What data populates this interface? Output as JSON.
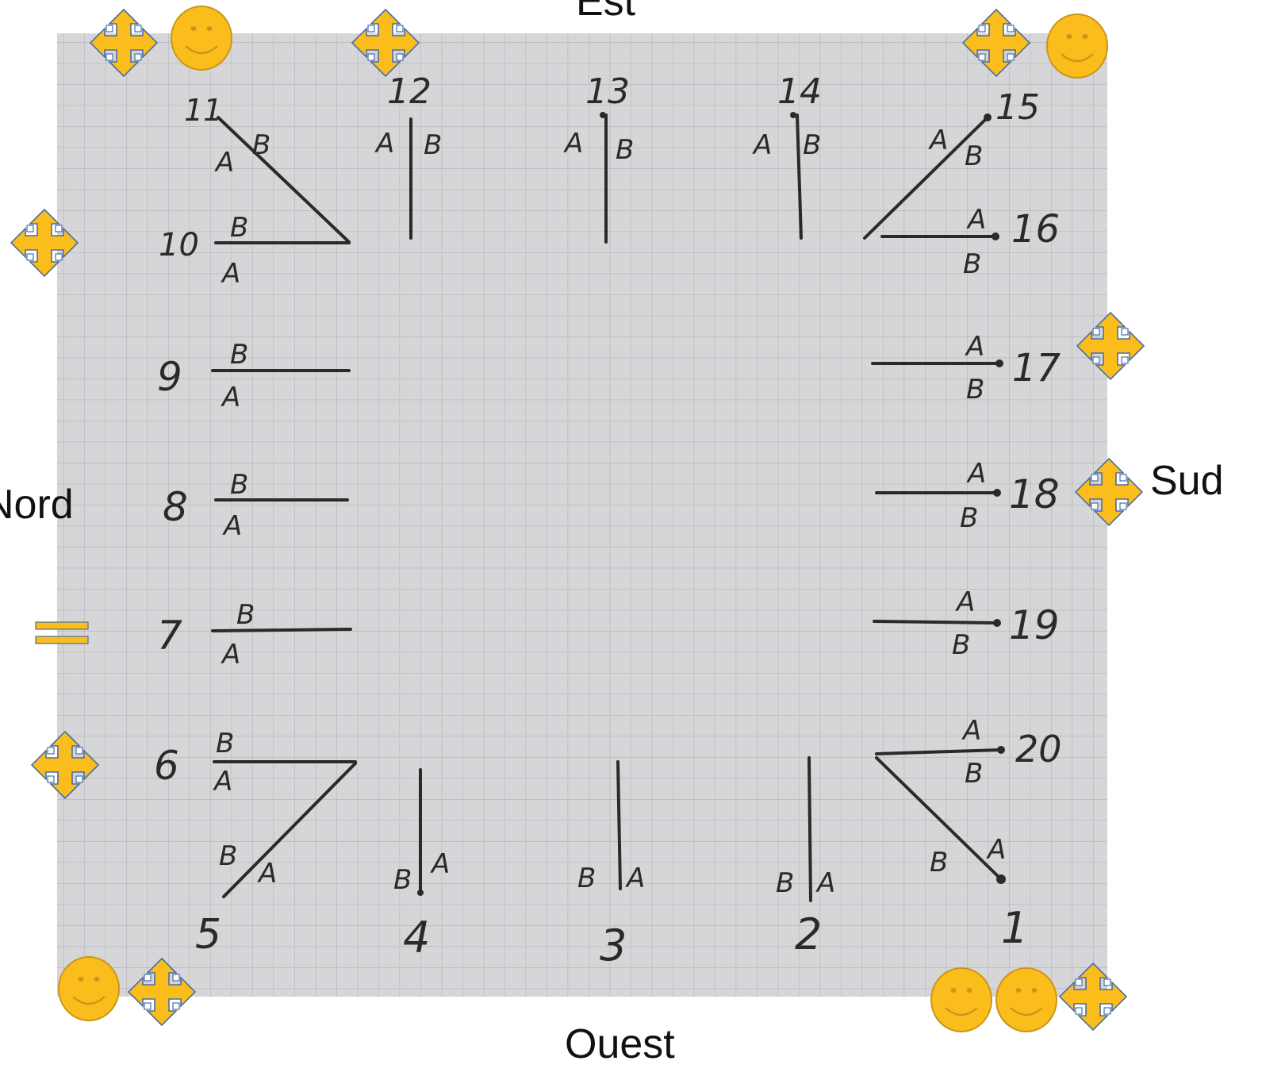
{
  "labels": {
    "east": "Est",
    "west": "Ouest",
    "south": "Sud",
    "north": "Nord"
  },
  "colors": {
    "paper": "#d6d6d8",
    "grid": "#b8b9be",
    "ink": "#2a2a2a",
    "icon_fill": "#fbbd1c",
    "icon_stroke": "#c9961a",
    "icon_accent": "#4a6fa5"
  },
  "positions": [
    {
      "number": "1",
      "side": "A",
      "side2": "B"
    },
    {
      "number": "2",
      "side": "B",
      "side2": "A"
    },
    {
      "number": "3",
      "side": "B",
      "side2": "A"
    },
    {
      "number": "4",
      "side": "B",
      "side2": "A"
    },
    {
      "number": "5",
      "side": "B",
      "side2": "A"
    },
    {
      "number": "6",
      "side": "B",
      "side2": "A"
    },
    {
      "number": "7",
      "side": "B",
      "side2": "A"
    },
    {
      "number": "8",
      "side": "B",
      "side2": "A"
    },
    {
      "number": "9",
      "side": "B",
      "side2": "A"
    },
    {
      "number": "10",
      "side": "B",
      "side2": "A"
    },
    {
      "number": "11",
      "side": "B",
      "side2": "A"
    },
    {
      "number": "12",
      "side": "A",
      "side2": "B"
    },
    {
      "number": "13",
      "side": "A",
      "side2": "B"
    },
    {
      "number": "14",
      "side": "A",
      "side2": "B"
    },
    {
      "number": "15",
      "side": "A",
      "side2": "B"
    },
    {
      "number": "16",
      "side": "A",
      "side2": "B"
    },
    {
      "number": "17",
      "side": "A",
      "side2": "B"
    },
    {
      "number": "18",
      "side": "A",
      "side2": "B"
    },
    {
      "number": "19",
      "side": "A",
      "side2": "B"
    },
    {
      "number": "20",
      "side": "A",
      "side2": "B"
    }
  ],
  "icons": {
    "move": "move-arrows-icon",
    "smiley": "smiley-face-icon",
    "equals": "equals-icon"
  }
}
